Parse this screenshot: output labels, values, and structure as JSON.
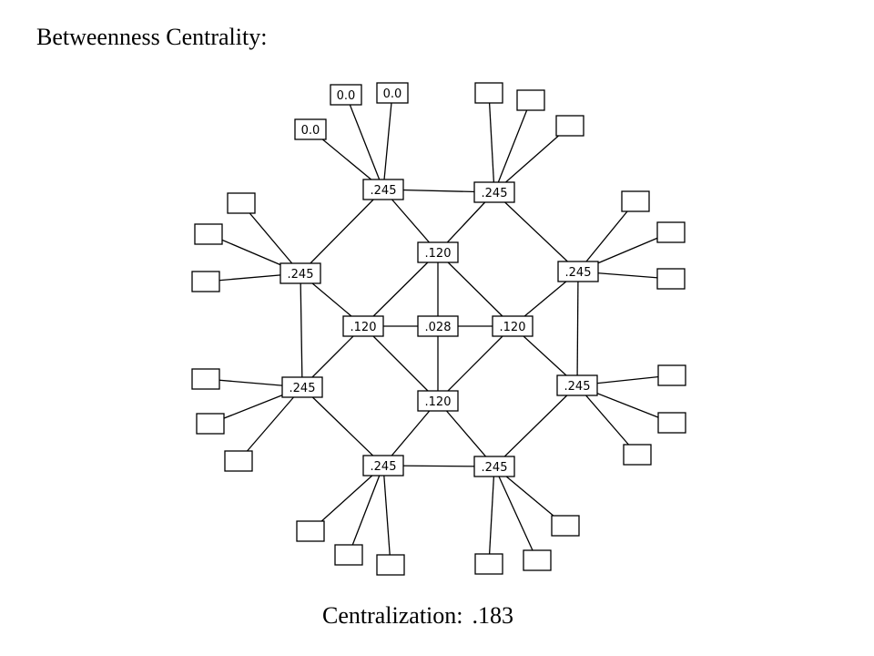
{
  "title": "Betweenness Centrality:",
  "footer": {
    "label": "Centralization:",
    "value": ".183"
  },
  "colors": {
    "line": "#000000",
    "node_fill": "#ffffff",
    "text": "#000000"
  },
  "nodes": [
    {
      "id": "top-left-hub",
      "label": ".245"
    },
    {
      "id": "top-right-hub",
      "label": ".245"
    },
    {
      "id": "upper-left-hub",
      "label": ".245"
    },
    {
      "id": "upper-right-hub",
      "label": ".245"
    },
    {
      "id": "inner-top",
      "label": ".120"
    },
    {
      "id": "inner-left",
      "label": ".120"
    },
    {
      "id": "center",
      "label": ".028"
    },
    {
      "id": "inner-right",
      "label": ".120"
    },
    {
      "id": "inner-bottom",
      "label": ".120"
    },
    {
      "id": "lower-left-hub",
      "label": ".245"
    },
    {
      "id": "lower-right-hub",
      "label": ".245"
    },
    {
      "id": "bottom-left-hub",
      "label": ".245"
    },
    {
      "id": "bottom-right-hub",
      "label": ".245"
    },
    {
      "id": "leaf-tl-1",
      "label": "0.0"
    },
    {
      "id": "leaf-tl-2",
      "label": "0.0"
    },
    {
      "id": "leaf-tl-3",
      "label": "0.0"
    },
    {
      "id": "leaf-tr-1",
      "label": ""
    },
    {
      "id": "leaf-tr-2",
      "label": ""
    },
    {
      "id": "leaf-tr-3",
      "label": ""
    },
    {
      "id": "leaf-ul-1",
      "label": ""
    },
    {
      "id": "leaf-ul-2",
      "label": ""
    },
    {
      "id": "leaf-ul-3",
      "label": ""
    },
    {
      "id": "leaf-ur-1",
      "label": ""
    },
    {
      "id": "leaf-ur-2",
      "label": ""
    },
    {
      "id": "leaf-ur-3",
      "label": ""
    },
    {
      "id": "leaf-ll-1",
      "label": ""
    },
    {
      "id": "leaf-ll-2",
      "label": ""
    },
    {
      "id": "leaf-ll-3",
      "label": ""
    },
    {
      "id": "leaf-lr-1",
      "label": ""
    },
    {
      "id": "leaf-lr-2",
      "label": ""
    },
    {
      "id": "leaf-lr-3",
      "label": ""
    },
    {
      "id": "leaf-bl-1",
      "label": ""
    },
    {
      "id": "leaf-bl-2",
      "label": ""
    },
    {
      "id": "leaf-bl-3",
      "label": ""
    },
    {
      "id": "leaf-br-1",
      "label": ""
    },
    {
      "id": "leaf-br-2",
      "label": ""
    },
    {
      "id": "leaf-br-3",
      "label": ""
    }
  ],
  "edges": [
    [
      "top-left-hub",
      "top-right-hub"
    ],
    [
      "top-left-hub",
      "upper-left-hub"
    ],
    [
      "top-left-hub",
      "inner-top"
    ],
    [
      "top-right-hub",
      "inner-top"
    ],
    [
      "top-right-hub",
      "upper-right-hub"
    ],
    [
      "upper-left-hub",
      "inner-left"
    ],
    [
      "upper-left-hub",
      "lower-left-hub"
    ],
    [
      "upper-right-hub",
      "inner-right"
    ],
    [
      "upper-right-hub",
      "lower-right-hub"
    ],
    [
      "inner-top",
      "inner-left"
    ],
    [
      "inner-top",
      "center"
    ],
    [
      "inner-top",
      "inner-right"
    ],
    [
      "inner-left",
      "center"
    ],
    [
      "center",
      "inner-right"
    ],
    [
      "inner-left",
      "inner-bottom"
    ],
    [
      "center",
      "inner-bottom"
    ],
    [
      "inner-right",
      "inner-bottom"
    ],
    [
      "inner-left",
      "lower-left-hub"
    ],
    [
      "inner-right",
      "lower-right-hub"
    ],
    [
      "lower-left-hub",
      "bottom-left-hub"
    ],
    [
      "lower-right-hub",
      "bottom-right-hub"
    ],
    [
      "inner-bottom",
      "bottom-left-hub"
    ],
    [
      "inner-bottom",
      "bottom-right-hub"
    ],
    [
      "bottom-left-hub",
      "bottom-right-hub"
    ],
    [
      "top-left-hub",
      "leaf-tl-1"
    ],
    [
      "top-left-hub",
      "leaf-tl-2"
    ],
    [
      "top-left-hub",
      "leaf-tl-3"
    ],
    [
      "top-right-hub",
      "leaf-tr-1"
    ],
    [
      "top-right-hub",
      "leaf-tr-2"
    ],
    [
      "top-right-hub",
      "leaf-tr-3"
    ],
    [
      "upper-left-hub",
      "leaf-ul-1"
    ],
    [
      "upper-left-hub",
      "leaf-ul-2"
    ],
    [
      "upper-left-hub",
      "leaf-ul-3"
    ],
    [
      "upper-right-hub",
      "leaf-ur-1"
    ],
    [
      "upper-right-hub",
      "leaf-ur-2"
    ],
    [
      "upper-right-hub",
      "leaf-ur-3"
    ],
    [
      "lower-left-hub",
      "leaf-ll-1"
    ],
    [
      "lower-left-hub",
      "leaf-ll-2"
    ],
    [
      "lower-left-hub",
      "leaf-ll-3"
    ],
    [
      "lower-right-hub",
      "leaf-lr-1"
    ],
    [
      "lower-right-hub",
      "leaf-lr-2"
    ],
    [
      "lower-right-hub",
      "leaf-lr-3"
    ],
    [
      "bottom-left-hub",
      "leaf-bl-1"
    ],
    [
      "bottom-left-hub",
      "leaf-bl-2"
    ],
    [
      "bottom-left-hub",
      "leaf-bl-3"
    ],
    [
      "bottom-right-hub",
      "leaf-br-1"
    ],
    [
      "bottom-right-hub",
      "leaf-br-2"
    ],
    [
      "bottom-right-hub",
      "leaf-br-3"
    ]
  ]
}
